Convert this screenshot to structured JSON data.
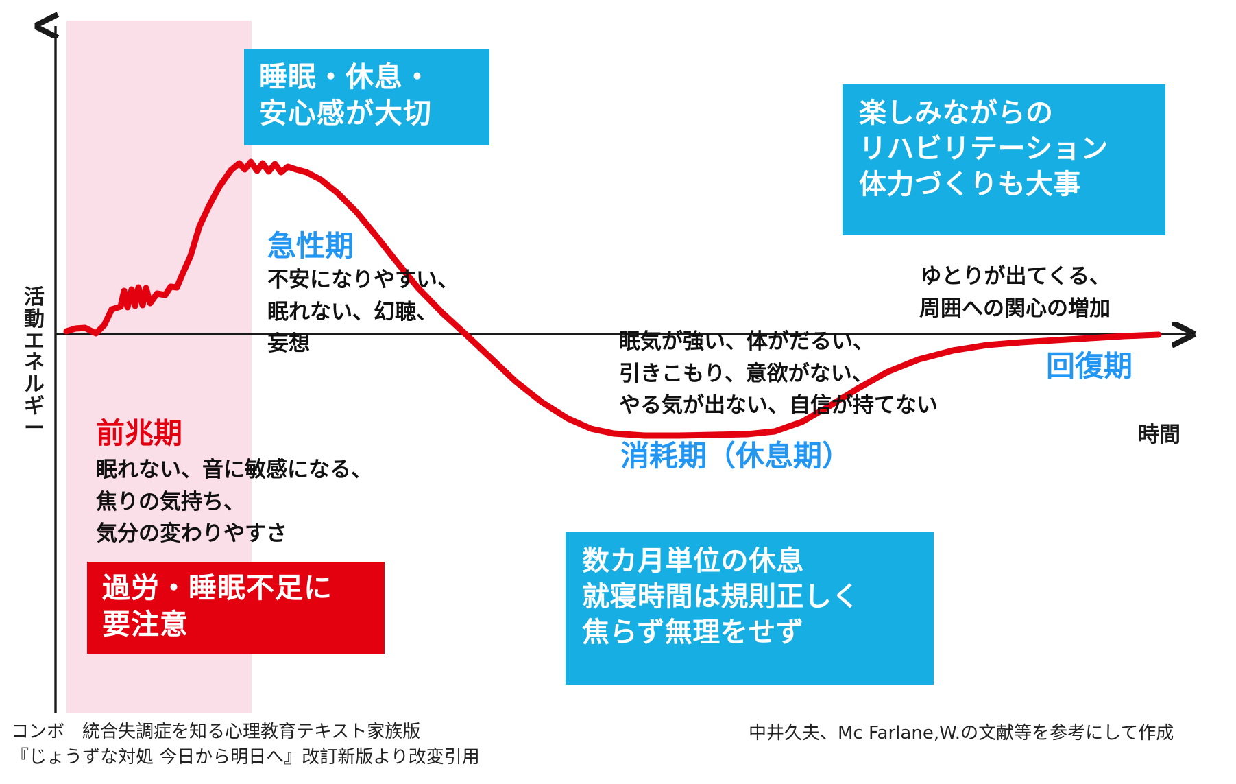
{
  "axes": {
    "y_label_chars": [
      "活",
      "動",
      "エ",
      "ネ",
      "ル",
      "ギ",
      "ー"
    ],
    "y_label": "活動エネルギー",
    "x_label": "時間"
  },
  "phases": {
    "prodromal": {
      "heading": "前兆期",
      "description": "眠れない、音に敏感になる、\n焦りの気持ち、\n気分の変わりやすさ",
      "band_color": "#fbdfe8",
      "heading_color": "#e3000f"
    },
    "acute": {
      "heading": "急性期",
      "description": "不安になりやすい、\n眠れない、幻聴、\n妄想",
      "heading_color": "#2196f3"
    },
    "exhaustion": {
      "heading": "消耗期（休息期）",
      "description": "眠気が強い、体がだるい、\n引きこもり、意欲がない、\nやる気が出ない、自信が持てない",
      "heading_color": "#2196f3"
    },
    "recovery": {
      "heading": "回復期",
      "description": "ゆとりが出てくる、\n周囲への関心の増加",
      "heading_color": "#2196f3"
    }
  },
  "callouts": {
    "sleep": {
      "text": "睡眠・休息・\n安心感が大切",
      "bg": "#16aee3",
      "fg": "#ffffff"
    },
    "rehab": {
      "text": "楽しみながらの\nリハビリテーション\n体力づくりも大事",
      "bg": "#16aee3",
      "fg": "#ffffff"
    },
    "rest": {
      "text": "数カ月単位の休息\n就寝時間は規則正しく\n焦らず無理をせず",
      "bg": "#16aee3",
      "fg": "#ffffff"
    },
    "warning": {
      "text": "過労・睡眠不足に\n要注意",
      "bg": "#e3000f",
      "fg": "#ffffff"
    }
  },
  "footers": {
    "left": "コンボ　統合失調症を知る心理教育テキスト家族版\n『じょうずな対処 今日から明日へ』改訂新版より改変引用",
    "right": "中井久夫、Mc Farlane,W.の文献等を参考にして作成"
  },
  "chart_data": {
    "type": "line",
    "title": "",
    "xlabel": "時間",
    "ylabel": "活動エネルギー",
    "grid": false,
    "legend": "none",
    "line_color": "#e3000f",
    "line_width": 9,
    "baseline_y": 487,
    "axis_note": "活動エネルギー (vertical) vs 時間 (horizontal); baseline = zero energy level",
    "phase_bands": [
      {
        "name": "前兆期",
        "x_start": 97,
        "x_end": 367,
        "color": "#fbdfe8"
      }
    ],
    "series": [
      {
        "name": "活動エネルギー",
        "points": [
          [
            97,
            483
          ],
          [
            110,
            479
          ],
          [
            124,
            478
          ],
          [
            140,
            486
          ],
          [
            152,
            474
          ],
          [
            163,
            451
          ],
          [
            176,
            447
          ],
          [
            181,
            424
          ],
          [
            186,
            448
          ],
          [
            192,
            422
          ],
          [
            197,
            446
          ],
          [
            202,
            419
          ],
          [
            208,
            445
          ],
          [
            213,
            420
          ],
          [
            219,
            442
          ],
          [
            229,
            428
          ],
          [
            241,
            430
          ],
          [
            249,
            418
          ],
          [
            258,
            419
          ],
          [
            266,
            400
          ],
          [
            278,
            373
          ],
          [
            291,
            330
          ],
          [
            305,
            300
          ],
          [
            320,
            272
          ],
          [
            337,
            248
          ],
          [
            349,
            238
          ],
          [
            357,
            247
          ],
          [
            366,
            236
          ],
          [
            375,
            249
          ],
          [
            383,
            238
          ],
          [
            392,
            250
          ],
          [
            401,
            239
          ],
          [
            410,
            251
          ],
          [
            420,
            243
          ],
          [
            432,
            247
          ],
          [
            447,
            251
          ],
          [
            468,
            262
          ],
          [
            492,
            281
          ],
          [
            520,
            309
          ],
          [
            548,
            343
          ],
          [
            578,
            381
          ],
          [
            610,
            420
          ],
          [
            645,
            456
          ],
          [
            680,
            488
          ],
          [
            715,
            521
          ],
          [
            752,
            556
          ],
          [
            790,
            586
          ],
          [
            828,
            610
          ],
          [
            862,
            625
          ],
          [
            895,
            632
          ],
          [
            940,
            635
          ],
          [
            990,
            635
          ],
          [
            1040,
            634
          ],
          [
            1090,
            633
          ],
          [
            1130,
            629
          ],
          [
            1170,
            615
          ],
          [
            1210,
            592
          ],
          [
            1252,
            566
          ],
          [
            1295,
            542
          ],
          [
            1340,
            524
          ],
          [
            1390,
            511
          ],
          [
            1440,
            503
          ],
          [
            1490,
            499
          ],
          [
            1540,
            496
          ],
          [
            1590,
            493
          ],
          [
            1640,
            490
          ],
          [
            1690,
            488
          ]
        ]
      }
    ]
  }
}
